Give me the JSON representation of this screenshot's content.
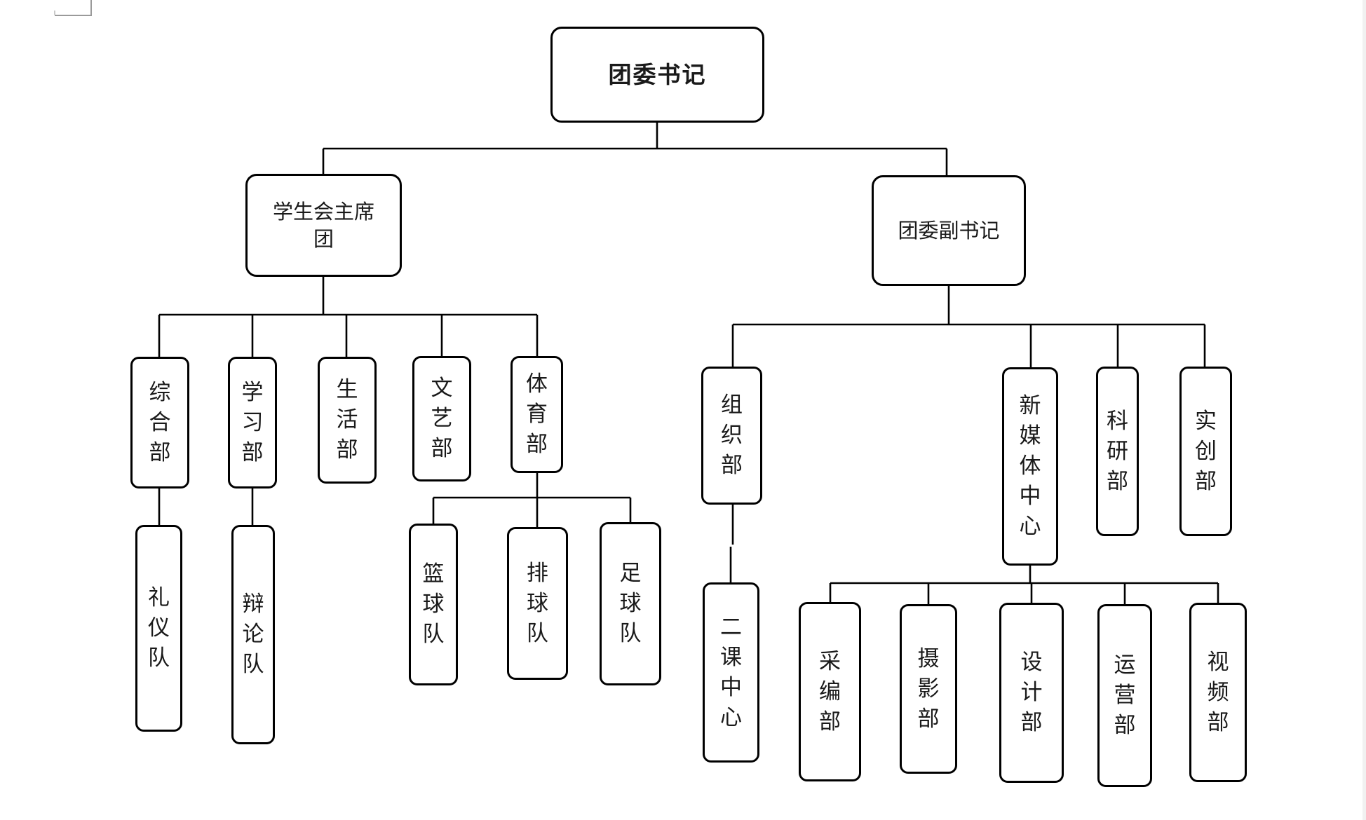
{
  "diagram": {
    "type": "org-chart",
    "colors": {
      "background": "#ffffff",
      "box_fill": "#ffffff",
      "box_border": "#000000",
      "connector": "#000000",
      "text": "#1a1a1a"
    },
    "nodes": [
      {
        "id": "secretary",
        "label": "团委书记",
        "parent": null
      },
      {
        "id": "student-union",
        "label": "学生会主席团",
        "parent": "secretary"
      },
      {
        "id": "deputy-secretary",
        "label": "团委副书记",
        "parent": "secretary"
      },
      {
        "id": "general-dept",
        "label": "综合部",
        "parent": "student-union"
      },
      {
        "id": "study-dept",
        "label": "学习部",
        "parent": "student-union"
      },
      {
        "id": "life-dept",
        "label": "生活部",
        "parent": "student-union"
      },
      {
        "id": "arts-dept",
        "label": "文艺部",
        "parent": "student-union"
      },
      {
        "id": "sports-dept",
        "label": "体育部",
        "parent": "student-union"
      },
      {
        "id": "etiquette-team",
        "label": "礼仪队",
        "parent": "general-dept"
      },
      {
        "id": "debate-team",
        "label": "辩论队",
        "parent": "study-dept"
      },
      {
        "id": "basketball-team",
        "label": "篮球队",
        "parent": "sports-dept"
      },
      {
        "id": "volleyball-team",
        "label": "排球队",
        "parent": "sports-dept"
      },
      {
        "id": "football-team",
        "label": "足球队",
        "parent": "sports-dept"
      },
      {
        "id": "organization-dept",
        "label": "组织部",
        "parent": "deputy-secretary"
      },
      {
        "id": "new-media-center",
        "label": "新媒体中心",
        "parent": "deputy-secretary"
      },
      {
        "id": "research-dept",
        "label": "科研部",
        "parent": "deputy-secretary"
      },
      {
        "id": "innovation-dept",
        "label": "实创部",
        "parent": "deputy-secretary"
      },
      {
        "id": "second-class-center",
        "label": "二课中心",
        "parent": "organization-dept"
      },
      {
        "id": "editing-dept",
        "label": "采编部",
        "parent": "new-media-center"
      },
      {
        "id": "photography-dept",
        "label": "摄影部",
        "parent": "new-media-center"
      },
      {
        "id": "design-dept",
        "label": "设计部",
        "parent": "new-media-center"
      },
      {
        "id": "operations-dept",
        "label": "运营部",
        "parent": "new-media-center"
      },
      {
        "id": "video-dept",
        "label": "视频部",
        "parent": "new-media-center"
      }
    ]
  }
}
